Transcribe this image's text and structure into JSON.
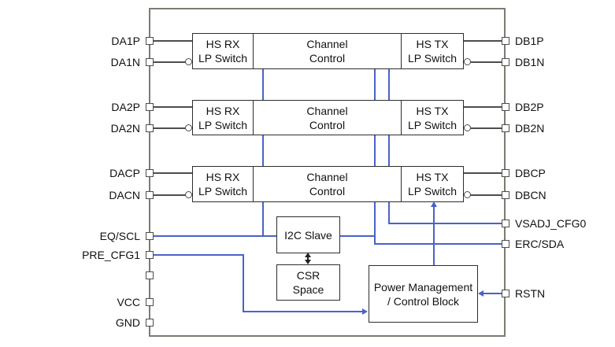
{
  "diagram": {
    "description": "IC block diagram with three high-speed channels, I2C interface and power management",
    "pins_left": [
      "DA1P",
      "DA1N",
      "DA2P",
      "DA2N",
      "DACP",
      "DACN",
      "EQ/SCL",
      "PRE_CFG1",
      "",
      "VCC",
      "GND"
    ],
    "pins_right": [
      "DB1P",
      "DB1N",
      "DB2P",
      "DB2N",
      "DBCP",
      "DBCN",
      "VSADJ_CFG0",
      "ERC/SDA",
      "RSTN"
    ],
    "channel_rows": [
      {
        "rx": [
          "HS RX",
          "LP Switch"
        ],
        "cc": [
          "Channel",
          "Control"
        ],
        "tx": [
          "HS TX",
          "LP Switch"
        ]
      },
      {
        "rx": [
          "HS RX",
          "LP Switch"
        ],
        "cc": [
          "Channel",
          "Control"
        ],
        "tx": [
          "HS TX",
          "LP Switch"
        ]
      },
      {
        "rx": [
          "HS RX",
          "LP Switch"
        ],
        "cc": [
          "Channel",
          "Control"
        ],
        "tx": [
          "HS TX",
          "LP Switch"
        ]
      }
    ],
    "i2c_slave": "I2C Slave",
    "csr_space": [
      "CSR",
      "Space"
    ],
    "power_mgmt": [
      "Power Management",
      "/ Control Block"
    ],
    "colors": {
      "wire_blue": "#4a62c6",
      "wire_gray": "#4d4d4d",
      "outer_border": "#7b7b73",
      "block_border": "#2d2d2d",
      "text": "#111111",
      "background": "#ffffff"
    }
  }
}
